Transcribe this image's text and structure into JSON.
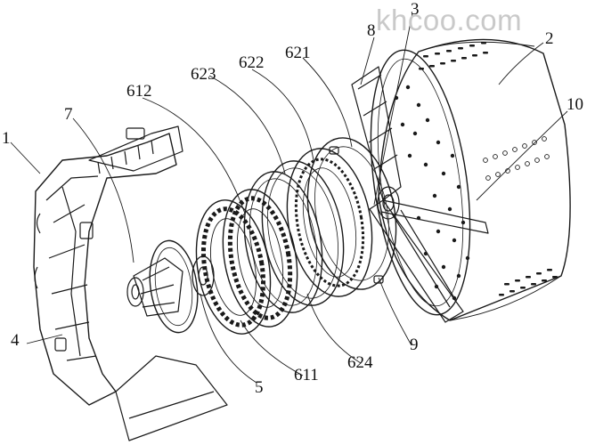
{
  "watermark": "khcoo.com",
  "callouts": {
    "c1": "1",
    "c2": "2",
    "c3": "3",
    "c4": "4",
    "c5": "5",
    "c7": "7",
    "c8": "8",
    "c9": "9",
    "c10": "10",
    "c611": "611",
    "c612": "612",
    "c621": "621",
    "c622": "622",
    "c623": "623",
    "c624": "624"
  }
}
